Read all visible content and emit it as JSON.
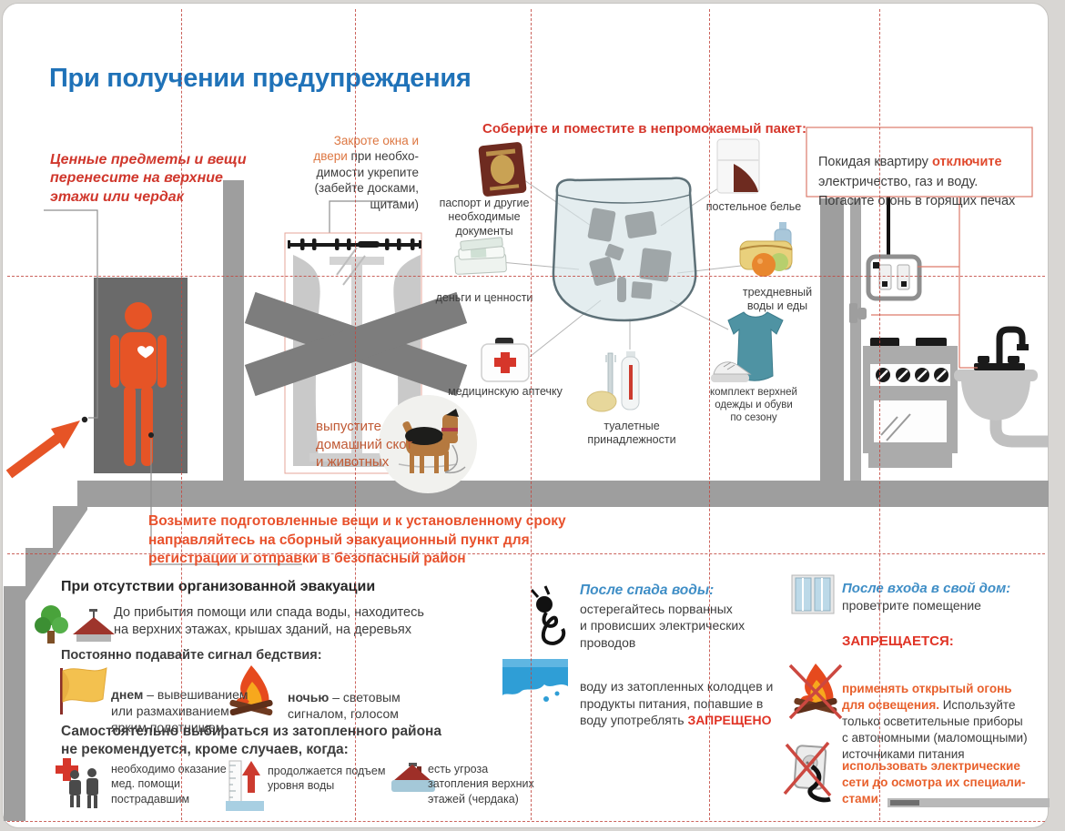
{
  "title": "При получении предупреждения",
  "top": {
    "valuables": "Ценные  предметы и вещи\nперенесите на верхние\nэтажи или чердак",
    "windows_hl": "Закроте  окна и\nдвери",
    "windows_rest": " при необхо-\nдимости  укрепите\n(забейте досками,\nщитами)",
    "collect": "Соберите и поместите в непромокаемый пакет:",
    "leaving_pre": "Покидая квартиру ",
    "leaving_hl": "отключите",
    "leaving_post": "\nэлектричество, газ и воду.\nПогасите огонь в  горящих печах",
    "livestock": "выпустите\nдомашний скот\nи животных",
    "evacuate": "Возьмите подготовленные вещи и к установленному сроку\nнаправляйтесь на сборный эвакуационный пункт для\nрегистрации и отправки в безопасный район"
  },
  "bag": {
    "documents": "паспорт и другие\nнеобходимые\nдокументы",
    "money": "деньги и ценности",
    "first_aid": "медицинскую аптечку",
    "toiletries": "туалетные\nпринадлежности",
    "linen": "постельное белье",
    "food": "трехдневный\nводы и еды",
    "clothes": "комплект верхней\nодежды и обуви\nпо сезону"
  },
  "no_evac": {
    "header": "При отсутствии организованной эвакуации",
    "wait": "До прибытия помощи или спада воды, находитесь\n    на верхних этажах,  крышах зданий, на деревьях",
    "signal_header": "Постоянно подавайте сигнал бедствия:",
    "day_b": "днем",
    "day_rest": " – вывешиванием\nили размахиванием\nярким полотнищем",
    "night_b": "ночью",
    "night_rest": " – световым\nсигналом, голосом",
    "self_header": "Самостоятельно выбираться из затопленного района\nне рекомендуется, кроме случаев, когда:",
    "case_medical": "необходимо оказание\nмед. помощи\nпострадавшим",
    "case_rising": "продолжается подъем\nуровня воды",
    "case_flooding": "есть угроза\nзатопления верхних\nэтажей (чердака)"
  },
  "after_flood": {
    "header": "После спада воды:",
    "wires": "остерегайтесь порванных\nи провисших электрических\nпроводов",
    "water_pre": "воду из затопленных колодцев и\nпродукты питания, попавшие в\nводу употреблять ",
    "water_hl": "ЗАПРЕЩЕНО"
  },
  "after_return": {
    "header": "После входа в свой дом:",
    "ventilate": "проветрите помещение",
    "forbidden_header": "ЗАПРЕЩАЕТСЯ:",
    "fire_hl": "применять открытый огонь\nдля освещения.",
    "fire_rest": " Используйте\nтолько осветительные приборы\nс автономными (маломощными)\nисточниками питания",
    "electric": "использовать электрические\nсети до осмотра их специали-\nстами"
  },
  "colors": {
    "title_blue": "#1f72b8",
    "heading_red": "#d5352a",
    "accent_orange": "#e8512c",
    "subhead_blue": "#3f8ec6",
    "body_text": "#3d3d3d",
    "dash_red": "#c24840",
    "person_orange": "#e65426",
    "illustration_gray": "#9e9e9e"
  }
}
